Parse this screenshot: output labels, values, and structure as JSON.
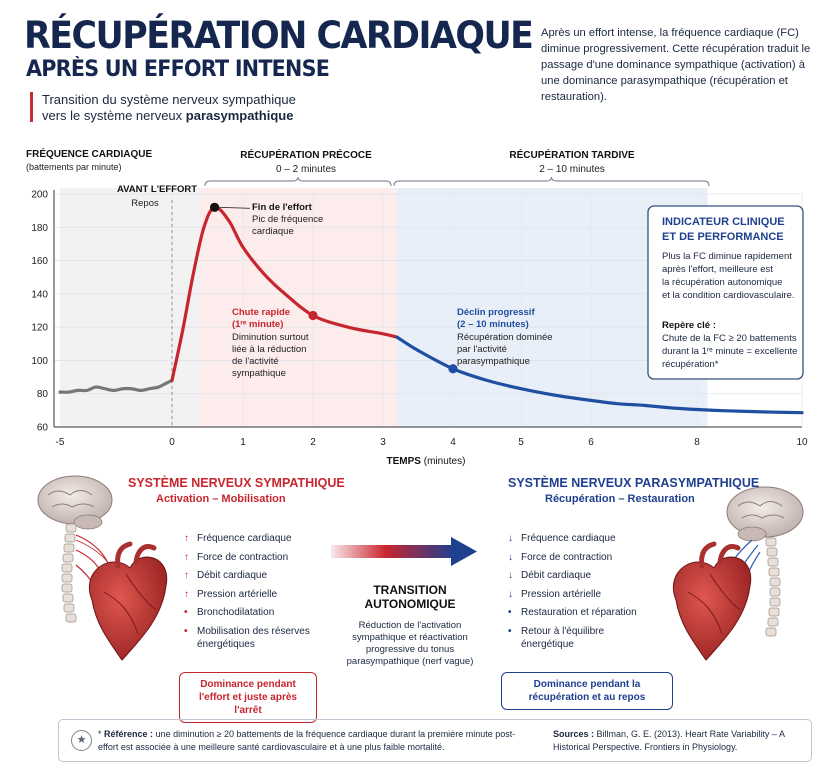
{
  "header": {
    "title_line1": "RÉCUPÉRATION CARDIAQUE",
    "title_line2": "APRÈS UN EFFORT INTENSE",
    "subtitle_line1": "Transition du système nerveux sympathique",
    "subtitle_line2_plain": "vers le système nerveux ",
    "subtitle_line2_bold": "parasympathique",
    "intro": "Après un effort intense, la fréquence cardiaque (FC) diminue progressivement. Cette récupération traduit le passage d'une dominance sympathique (activation) à une dominance parasympathique (récupération et restauration)."
  },
  "chart_data": {
    "type": "line",
    "ylabel": "FRÉQUENCE CARDIAQUE",
    "ylabel_unit": "(battements par minute)",
    "xlabel": "TEMPS",
    "xlabel_unit": "(minutes)",
    "xlim": [
      -5,
      10
    ],
    "ylim": [
      60,
      200
    ],
    "xticks": [
      "-5",
      "0",
      "1",
      "2",
      "3",
      "4",
      "5",
      "6",
      "8",
      "10"
    ],
    "xtick_positions": [
      -5,
      0,
      1,
      2,
      3,
      4,
      5,
      6,
      8,
      10
    ],
    "yticks": [
      200,
      180,
      160,
      140,
      120,
      100,
      80,
      60
    ],
    "grid": true,
    "colors": {
      "rest": "#777777",
      "sympathetic": "#c8262f",
      "parasympathetic": "#1f4fa0",
      "zone_rest": "#f2f2f2",
      "zone_early": "#fcecec",
      "zone_late": "#e9eff8"
    },
    "phases": [
      {
        "label": "AVANT L'EFFORT",
        "sublabel": "Repos",
        "range": [
          -5,
          0
        ]
      },
      {
        "label": "RÉCUPÉRATION PRÉCOCE",
        "sublabel": "0 – 2 minutes",
        "range": [
          0,
          3.2
        ]
      },
      {
        "label": "RÉCUPÉRATION TARDIVE",
        "sublabel": "2 – 10 minutes",
        "range": [
          3.2,
          8.2
        ]
      }
    ],
    "series": [
      {
        "segment": "rest",
        "points": [
          [
            -5,
            81
          ],
          [
            -4.6,
            81
          ],
          [
            -4.2,
            82
          ],
          [
            -3.8,
            82
          ],
          [
            -3.4,
            84
          ],
          [
            -3.0,
            83
          ],
          [
            -2.6,
            82
          ],
          [
            -2.2,
            83
          ],
          [
            -1.8,
            83
          ],
          [
            -1.4,
            82
          ],
          [
            -1.0,
            83
          ],
          [
            -0.6,
            84
          ],
          [
            -0.3,
            86
          ],
          [
            0.0,
            88
          ]
        ]
      },
      {
        "segment": "sympathetic",
        "points": [
          [
            0.0,
            88
          ],
          [
            0.15,
            118
          ],
          [
            0.3,
            152
          ],
          [
            0.45,
            180
          ],
          [
            0.6,
            192
          ],
          [
            0.8,
            184
          ],
          [
            1.0,
            168
          ],
          [
            1.3,
            152
          ],
          [
            1.6,
            140
          ],
          [
            2.0,
            127
          ],
          [
            2.5,
            120
          ],
          [
            3.0,
            116
          ],
          [
            3.2,
            114
          ]
        ]
      },
      {
        "segment": "parasympathetic",
        "points": [
          [
            3.2,
            114
          ],
          [
            3.5,
            106
          ],
          [
            4.0,
            95
          ],
          [
            4.5,
            88
          ],
          [
            5.0,
            83
          ],
          [
            5.5,
            79
          ],
          [
            6.0,
            76
          ],
          [
            6.5,
            74
          ],
          [
            7.0,
            73
          ],
          [
            7.5,
            71.5
          ],
          [
            8.0,
            70.5
          ],
          [
            8.5,
            69.8
          ],
          [
            9.0,
            69.3
          ],
          [
            9.5,
            68.9
          ],
          [
            10.0,
            68.6
          ]
        ]
      }
    ],
    "markers": [
      {
        "x": 0.6,
        "y": 192,
        "color": "#111111"
      },
      {
        "x": 2.0,
        "y": 127,
        "color": "#c8262f"
      },
      {
        "x": 4.0,
        "y": 95,
        "color": "#1f4fa0"
      }
    ],
    "annotations": [
      {
        "id": "peak",
        "title": "Fin de l'effort",
        "lines": [
          "Pic de fréquence",
          "cardiaque"
        ]
      },
      {
        "id": "fast",
        "title_lines": [
          "Chute rapide",
          "(1ʳᵉ minute)"
        ],
        "lines": [
          "Diminution surtout",
          "liée à la réduction",
          "de l'activité",
          "sympathique"
        ]
      },
      {
        "id": "slow",
        "title_lines": [
          "Déclin progressif",
          "(2 – 10 minutes)"
        ],
        "lines": [
          "Récupération dominée",
          "par l'activité",
          "parasympathique"
        ]
      }
    ]
  },
  "indicator_box": {
    "title_lines": [
      "INDICATEUR CLINIQUE",
      "ET DE PERFORMANCE"
    ],
    "body_lines": [
      "Plus la FC diminue rapidement",
      "après l'effort, meilleure est",
      "la récupération autonomique",
      "et la condition cardiovasculaire."
    ],
    "key_label": "Repère clé :",
    "key_lines": [
      "Chute de la FC ≥ 20 battements",
      "durant la 1ʳᵉ minute = excellente",
      "récupération*"
    ]
  },
  "sympathetic": {
    "title": "SYSTÈME NERVEUX SYMPATHIQUE",
    "subtitle": "Activation – Mobilisation",
    "items": [
      {
        "arrow": "↑",
        "text": "Fréquence cardiaque"
      },
      {
        "arrow": "↑",
        "text": "Force de contraction"
      },
      {
        "arrow": "↑",
        "text": "Débit cardiaque"
      },
      {
        "arrow": "↑",
        "text": "Pression artérielle"
      },
      {
        "arrow": "•",
        "text": "Bronchodilatation"
      },
      {
        "arrow": "•",
        "text": "Mobilisation des réserves énergétiques"
      }
    ],
    "box": "Dominance pendant l'effort et juste après l'arrêt"
  },
  "transition": {
    "title": "TRANSITION AUTONOMIQUE",
    "description": "Réduction de l'activation sympathique et réactivation progressive du tonus parasympathique (nerf vague)"
  },
  "parasympathetic": {
    "title": "SYSTÈME NERVEUX PARASYMPATHIQUE",
    "subtitle": "Récupération – Restauration",
    "items": [
      {
        "arrow": "↓",
        "text": "Fréquence cardiaque"
      },
      {
        "arrow": "↓",
        "text": "Force de contraction"
      },
      {
        "arrow": "↓",
        "text": "Débit cardiaque"
      },
      {
        "arrow": "↓",
        "text": "Pression artérielle"
      },
      {
        "arrow": "•",
        "text": "Restauration et réparation"
      },
      {
        "arrow": "•",
        "text": "Retour à l'équilibre énergétique"
      }
    ],
    "box": "Dominance pendant la récupération et au repos"
  },
  "footer": {
    "icon": "star-icon",
    "reference_label": "Référence :",
    "reference_text": "une diminution ≥ 20 battements de la fréquence cardiaque durant la première minute post-effort est associée à une meilleure santé cardiovasculaire et à une plus faible mortalité.",
    "sources_label": "Sources :",
    "sources_text": "Billman, G. E. (2013). Heart Rate Variability – A Historical Perspective. Frontiers in Physiology."
  }
}
